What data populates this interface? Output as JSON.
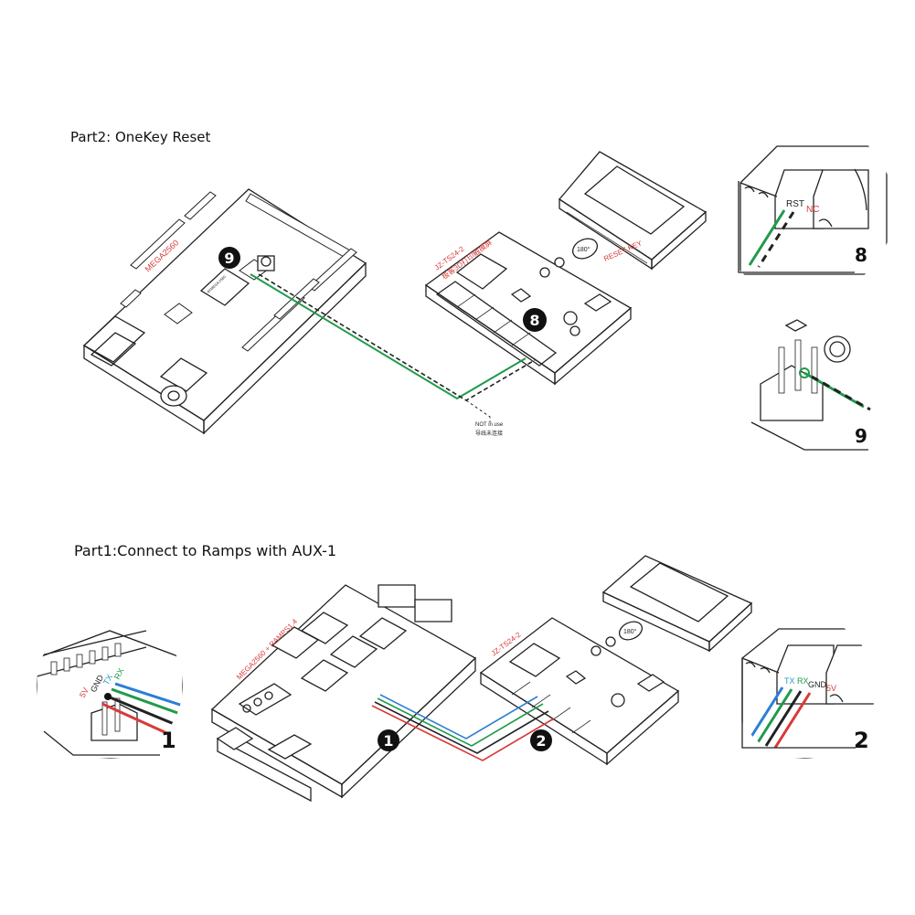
{
  "headings": {
    "part2": "Part2: OneKey Reset",
    "part1": "Part1:Connect to Ramps with AUX-1"
  },
  "part2": {
    "mega_label": "MEGA2560",
    "chip_label": "ATMEGA 2560",
    "ts_label_line1": "JZ-TS24-2",
    "ts_label_line2": "极客3D打印触摸屏",
    "reset_key_label": "RESET KEY",
    "rotate_label": "180°",
    "not_in_use_line1": "NOT in use",
    "not_in_use_line2": "导线未连接",
    "badge_9": "9",
    "badge_8": "8",
    "callout_top": {
      "pin_rst": "RST",
      "pin_nc": "NC",
      "number": "8"
    },
    "callout_bottom": {
      "number": "9"
    }
  },
  "part1": {
    "mega_label": "MEGA2560 + RAMPS1.4",
    "ts_label": "JZ-TS24-2",
    "rotate_label": "180°",
    "badge_1": "1",
    "badge_2": "2",
    "callout_left": {
      "pin_5v": "5V",
      "pin_gnd": "GND",
      "pin_tx": "TX",
      "pin_rx": "RX",
      "number": "1"
    },
    "callout_right": {
      "pin_tx": "TX",
      "pin_rx": "RX",
      "pin_gnd": "GND",
      "pin_5v": "5V",
      "number": "2"
    }
  },
  "colors": {
    "label_red": "#d83a3a",
    "wire_green": "#1f9b4a",
    "wire_blue": "#2a7fd4",
    "wire_red": "#d83a3a",
    "wire_black": "#222222",
    "pin_tx": "#1f9ec9",
    "pin_rx": "#1f9b4a"
  }
}
